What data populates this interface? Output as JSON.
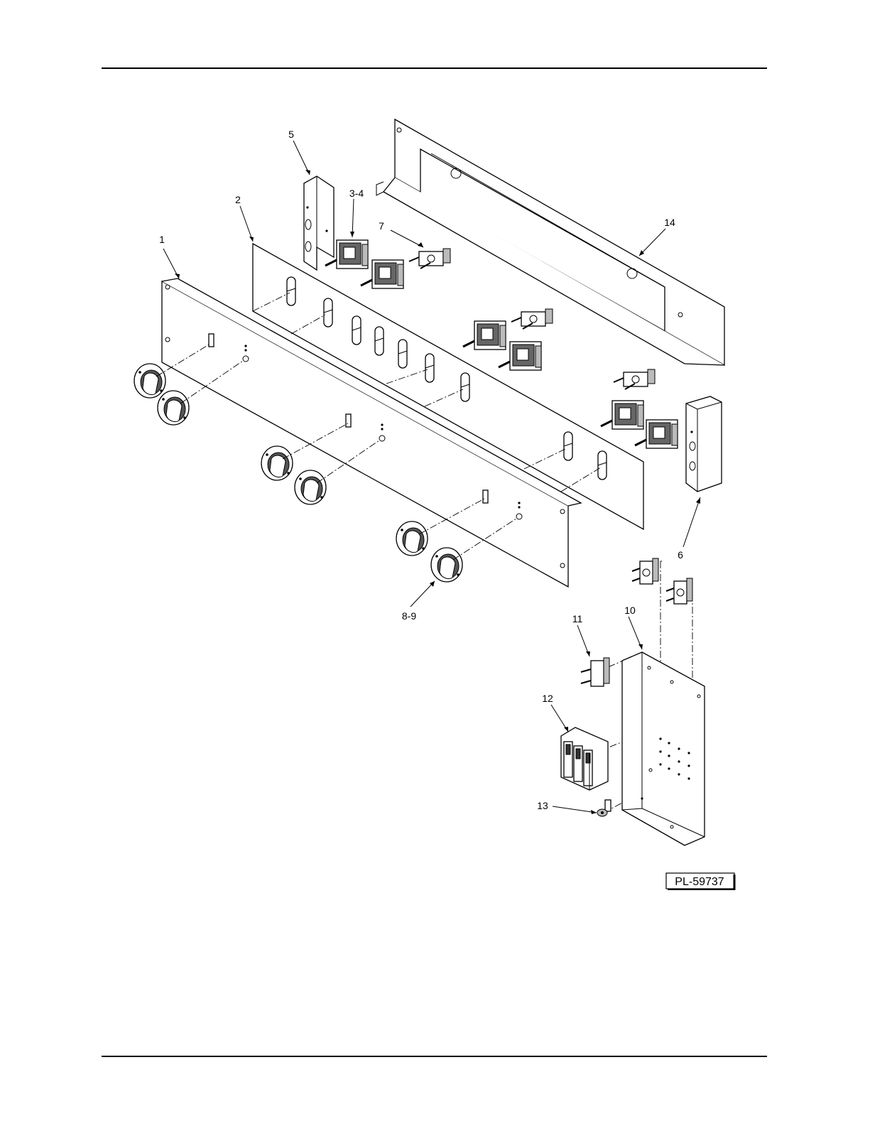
{
  "callouts": [
    {
      "id": "1",
      "label": "1"
    },
    {
      "id": "2",
      "label": "2"
    },
    {
      "id": "3-4",
      "label": "3-4"
    },
    {
      "id": "5",
      "label": "5"
    },
    {
      "id": "6",
      "label": "6"
    },
    {
      "id": "7",
      "label": "7"
    },
    {
      "id": "8-9",
      "label": "8-9"
    },
    {
      "id": "10",
      "label": "10"
    },
    {
      "id": "11",
      "label": "11"
    },
    {
      "id": "12",
      "label": "12"
    },
    {
      "id": "13",
      "label": "13"
    },
    {
      "id": "14",
      "label": "14"
    }
  ],
  "figure_ref": "PL-59737"
}
